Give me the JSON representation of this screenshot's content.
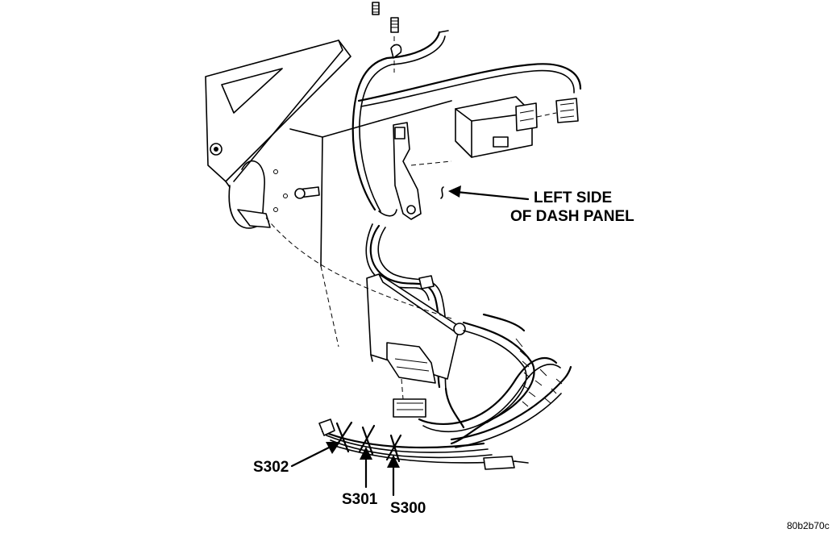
{
  "callouts": {
    "dash_panel_line1": "LEFT SIDE",
    "dash_panel_line2": "OF DASH PANEL",
    "splice_s302": "S302",
    "splice_s301": "S301",
    "splice_s300": "S300"
  },
  "figure_code": "80b2b70c"
}
